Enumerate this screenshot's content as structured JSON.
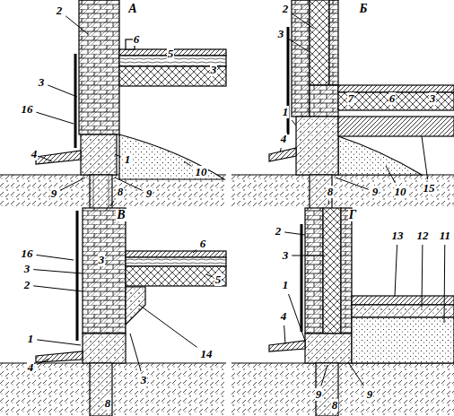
{
  "diagram": {
    "labels": [
      "А",
      "2",
      "6",
      "5",
      "3",
      "3",
      "16",
      "4",
      "1",
      "10",
      "9",
      "8",
      "9",
      "Б",
      "2",
      "3",
      "7",
      "6",
      "3",
      "1",
      "4",
      "15",
      "8",
      "9",
      "10",
      "В",
      "16",
      "3",
      "2",
      "6",
      "5",
      "3",
      "1",
      "4",
      "14",
      "3",
      "8",
      "Г",
      "2",
      "3",
      "1",
      "13",
      "12",
      "11",
      "4",
      "9",
      "8",
      "9"
    ]
  }
}
